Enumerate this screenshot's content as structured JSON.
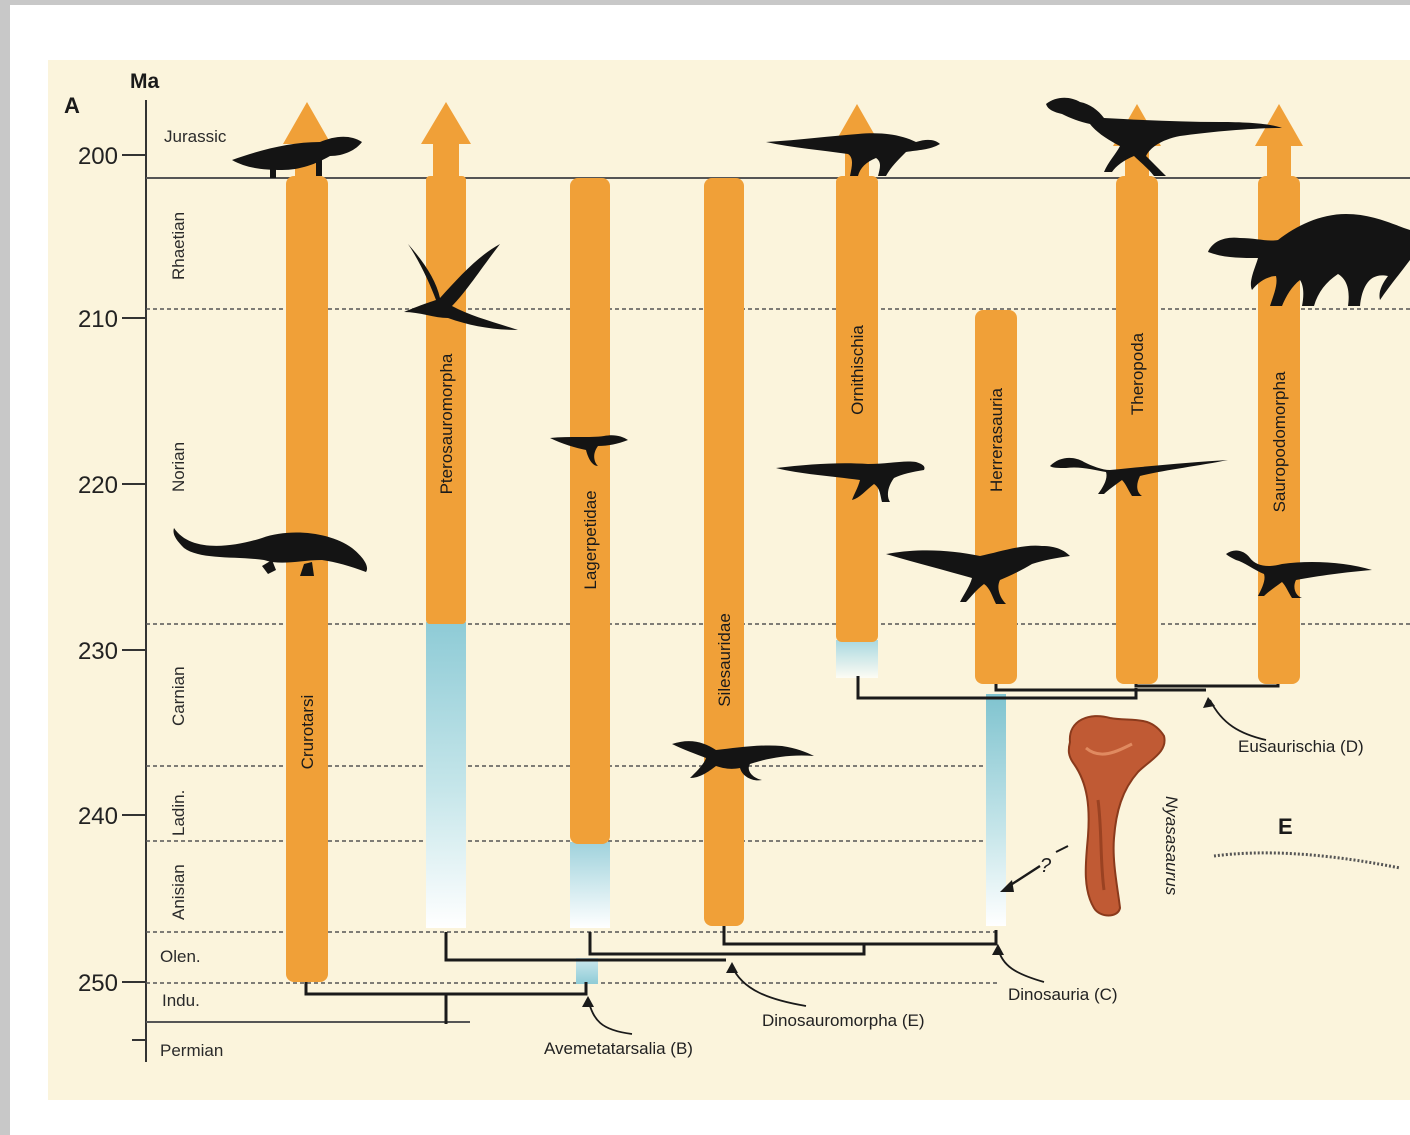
{
  "panel": {
    "letter": "A",
    "axis_unit": "Ma",
    "inset_letter": "E"
  },
  "axis": {
    "ticks": [
      "200",
      "210",
      "220",
      "230",
      "240",
      "250"
    ]
  },
  "periods": {
    "jurassic": "Jurassic",
    "rhaetian": "Rhaetian",
    "norian": "Norian",
    "carnian": "Carnian",
    "ladinian": "Ladin.",
    "anisian": "Anisian",
    "olenekian": "Olen.",
    "induan": "Indu.",
    "permian": "Permian"
  },
  "clades": {
    "crurotarsi": "Crurotarsi",
    "pterosauromorpha": "Pterosauromorpha",
    "lagerpetidae": "Lagerpetidae",
    "silesauridae": "Silesauridae",
    "ornithischia": "Ornithischia",
    "herrerasauria": "Herrerasauria",
    "theropoda": "Theropoda",
    "sauropodomorpha": "Sauropodomorpha"
  },
  "nodes": {
    "avemetatarsalia": "Avemetatarsalia (B)",
    "dinosauromorpha": "Dinosauromorpha (E)",
    "dinosauria": "Dinosauria (C)",
    "eusaurischia": "Eusaurischia (D)"
  },
  "specimen": {
    "name": "Nyasasaurus",
    "query": "?"
  },
  "colors": {
    "background": "#fbf4dc",
    "bar": "#f0a038",
    "ghost": "#8ecbd6",
    "silhouette": "#141414",
    "bone": "#c05a34"
  }
}
